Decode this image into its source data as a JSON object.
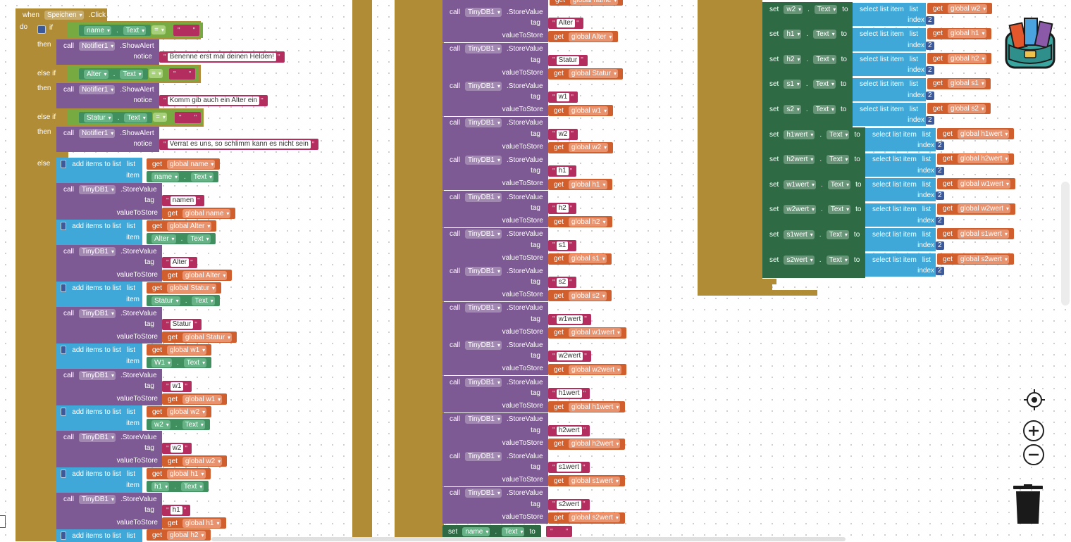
{
  "event": {
    "when": "when",
    "component": "Speichen",
    "event": ".Click",
    "do": "do"
  },
  "kw": {
    "if": "if",
    "then": "then",
    "else_if": "else if",
    "else": "else",
    "call": "call",
    "set": "set",
    "to": "to",
    "get": "get",
    "notice": "notice",
    "tag": "tag",
    "value_to_store": "valueToStore",
    "item": "item",
    "index": "index",
    "list": "list",
    "show_alert": ".ShowAlert",
    "store_value": ".StoreValue",
    "add_items": "add items to list",
    "select_list_item": "select list item",
    "text_prop": "Text",
    "equals": "=",
    "dot": "."
  },
  "components": {
    "notifier": "Notifier1",
    "tinydb": "TinyDB1"
  },
  "conditions": [
    {
      "component": "name",
      "kw": "if",
      "alert": "Benenne erst mal deinen Helden!"
    },
    {
      "component": "Alter",
      "kw": "else if",
      "alert": "Komm gib auch ein Alter ein"
    },
    {
      "component": "Statur",
      "kw": "else if",
      "alert": "Verrat es uns, so schlimm kann es nicht sein"
    }
  ],
  "col1_groups": [
    {
      "list": "global name",
      "item": "name",
      "tag": "namen",
      "store": "global name"
    },
    {
      "list": "global Alter",
      "item": "Alter",
      "tag": "Alter",
      "store": "global Alter"
    },
    {
      "list": "global Statur",
      "item": "Statur",
      "tag": "Statur",
      "store": "global Statur"
    },
    {
      "list": "global w1",
      "item": "W1",
      "tag": "w1",
      "store": "global w1"
    },
    {
      "list": "global w2",
      "item": "w2",
      "tag": "w2",
      "store": "global w2"
    },
    {
      "list": "global h1",
      "item": "h1",
      "tag": "h1",
      "store": "global h1"
    }
  ],
  "col1_last": {
    "list": "global h2"
  },
  "col2_top_partial": "global name",
  "col2_groups": [
    {
      "tag": "Alter",
      "store": "global Alter"
    },
    {
      "tag": "Statur",
      "store": "global Statur"
    },
    {
      "tag": "w1",
      "store": "global w1"
    },
    {
      "tag": "w2",
      "store": "global w2"
    },
    {
      "tag": "h1",
      "store": "global h1"
    },
    {
      "tag": "h2",
      "store": "global h2"
    },
    {
      "tag": "s1",
      "store": "global s1"
    },
    {
      "tag": "s2",
      "store": "global s2"
    },
    {
      "tag": "w1wert",
      "store": "global w1wert"
    },
    {
      "tag": "w2wert",
      "store": "global w2wert"
    },
    {
      "tag": "h1wert",
      "store": "global h1wert"
    },
    {
      "tag": "h2wert",
      "store": "global h2wert"
    },
    {
      "tag": "s1wert",
      "store": "global s1wert"
    },
    {
      "tag": "s2wert",
      "store": "global s2wert"
    }
  ],
  "col2_last_set": {
    "component": "name",
    "value": ""
  },
  "col3_sets": [
    {
      "component": "w2",
      "list": "global w2",
      "index": "2"
    },
    {
      "component": "h1",
      "list": "global h1",
      "index": "2"
    },
    {
      "component": "h2",
      "list": "global h2",
      "index": "2"
    },
    {
      "component": "s1",
      "list": "global s1",
      "index": "2"
    },
    {
      "component": "s2",
      "list": "global s2",
      "index": "2"
    },
    {
      "component": "h1wert",
      "list": "global h1wert",
      "index": "2"
    },
    {
      "component": "h2wert",
      "list": "global h2wert",
      "index": "2"
    },
    {
      "component": "w1wert",
      "list": "global w1wert",
      "index": "2"
    },
    {
      "component": "w2wert",
      "list": "global w2wert",
      "index": "2"
    },
    {
      "component": "s1wert",
      "list": "global s1wert",
      "index": "2"
    },
    {
      "component": "s2wert",
      "list": "global s2wert",
      "index": "2"
    }
  ],
  "colors": {
    "control": "#b08c37",
    "procedure": "#7d5a93",
    "text": "#b32d5e",
    "variable": "#d05f2d",
    "list": "#3fa8d8",
    "component_get": "#3f8f5f",
    "component_set": "#2e6b45",
    "logic": "#77ab41",
    "math": "#3c5a9a"
  },
  "icons": {
    "backpack": "backpack-icon",
    "center": "recenter-icon",
    "zoom_in": "zoom-in-icon",
    "zoom_out": "zoom-out-icon",
    "trash": "trash-icon"
  }
}
